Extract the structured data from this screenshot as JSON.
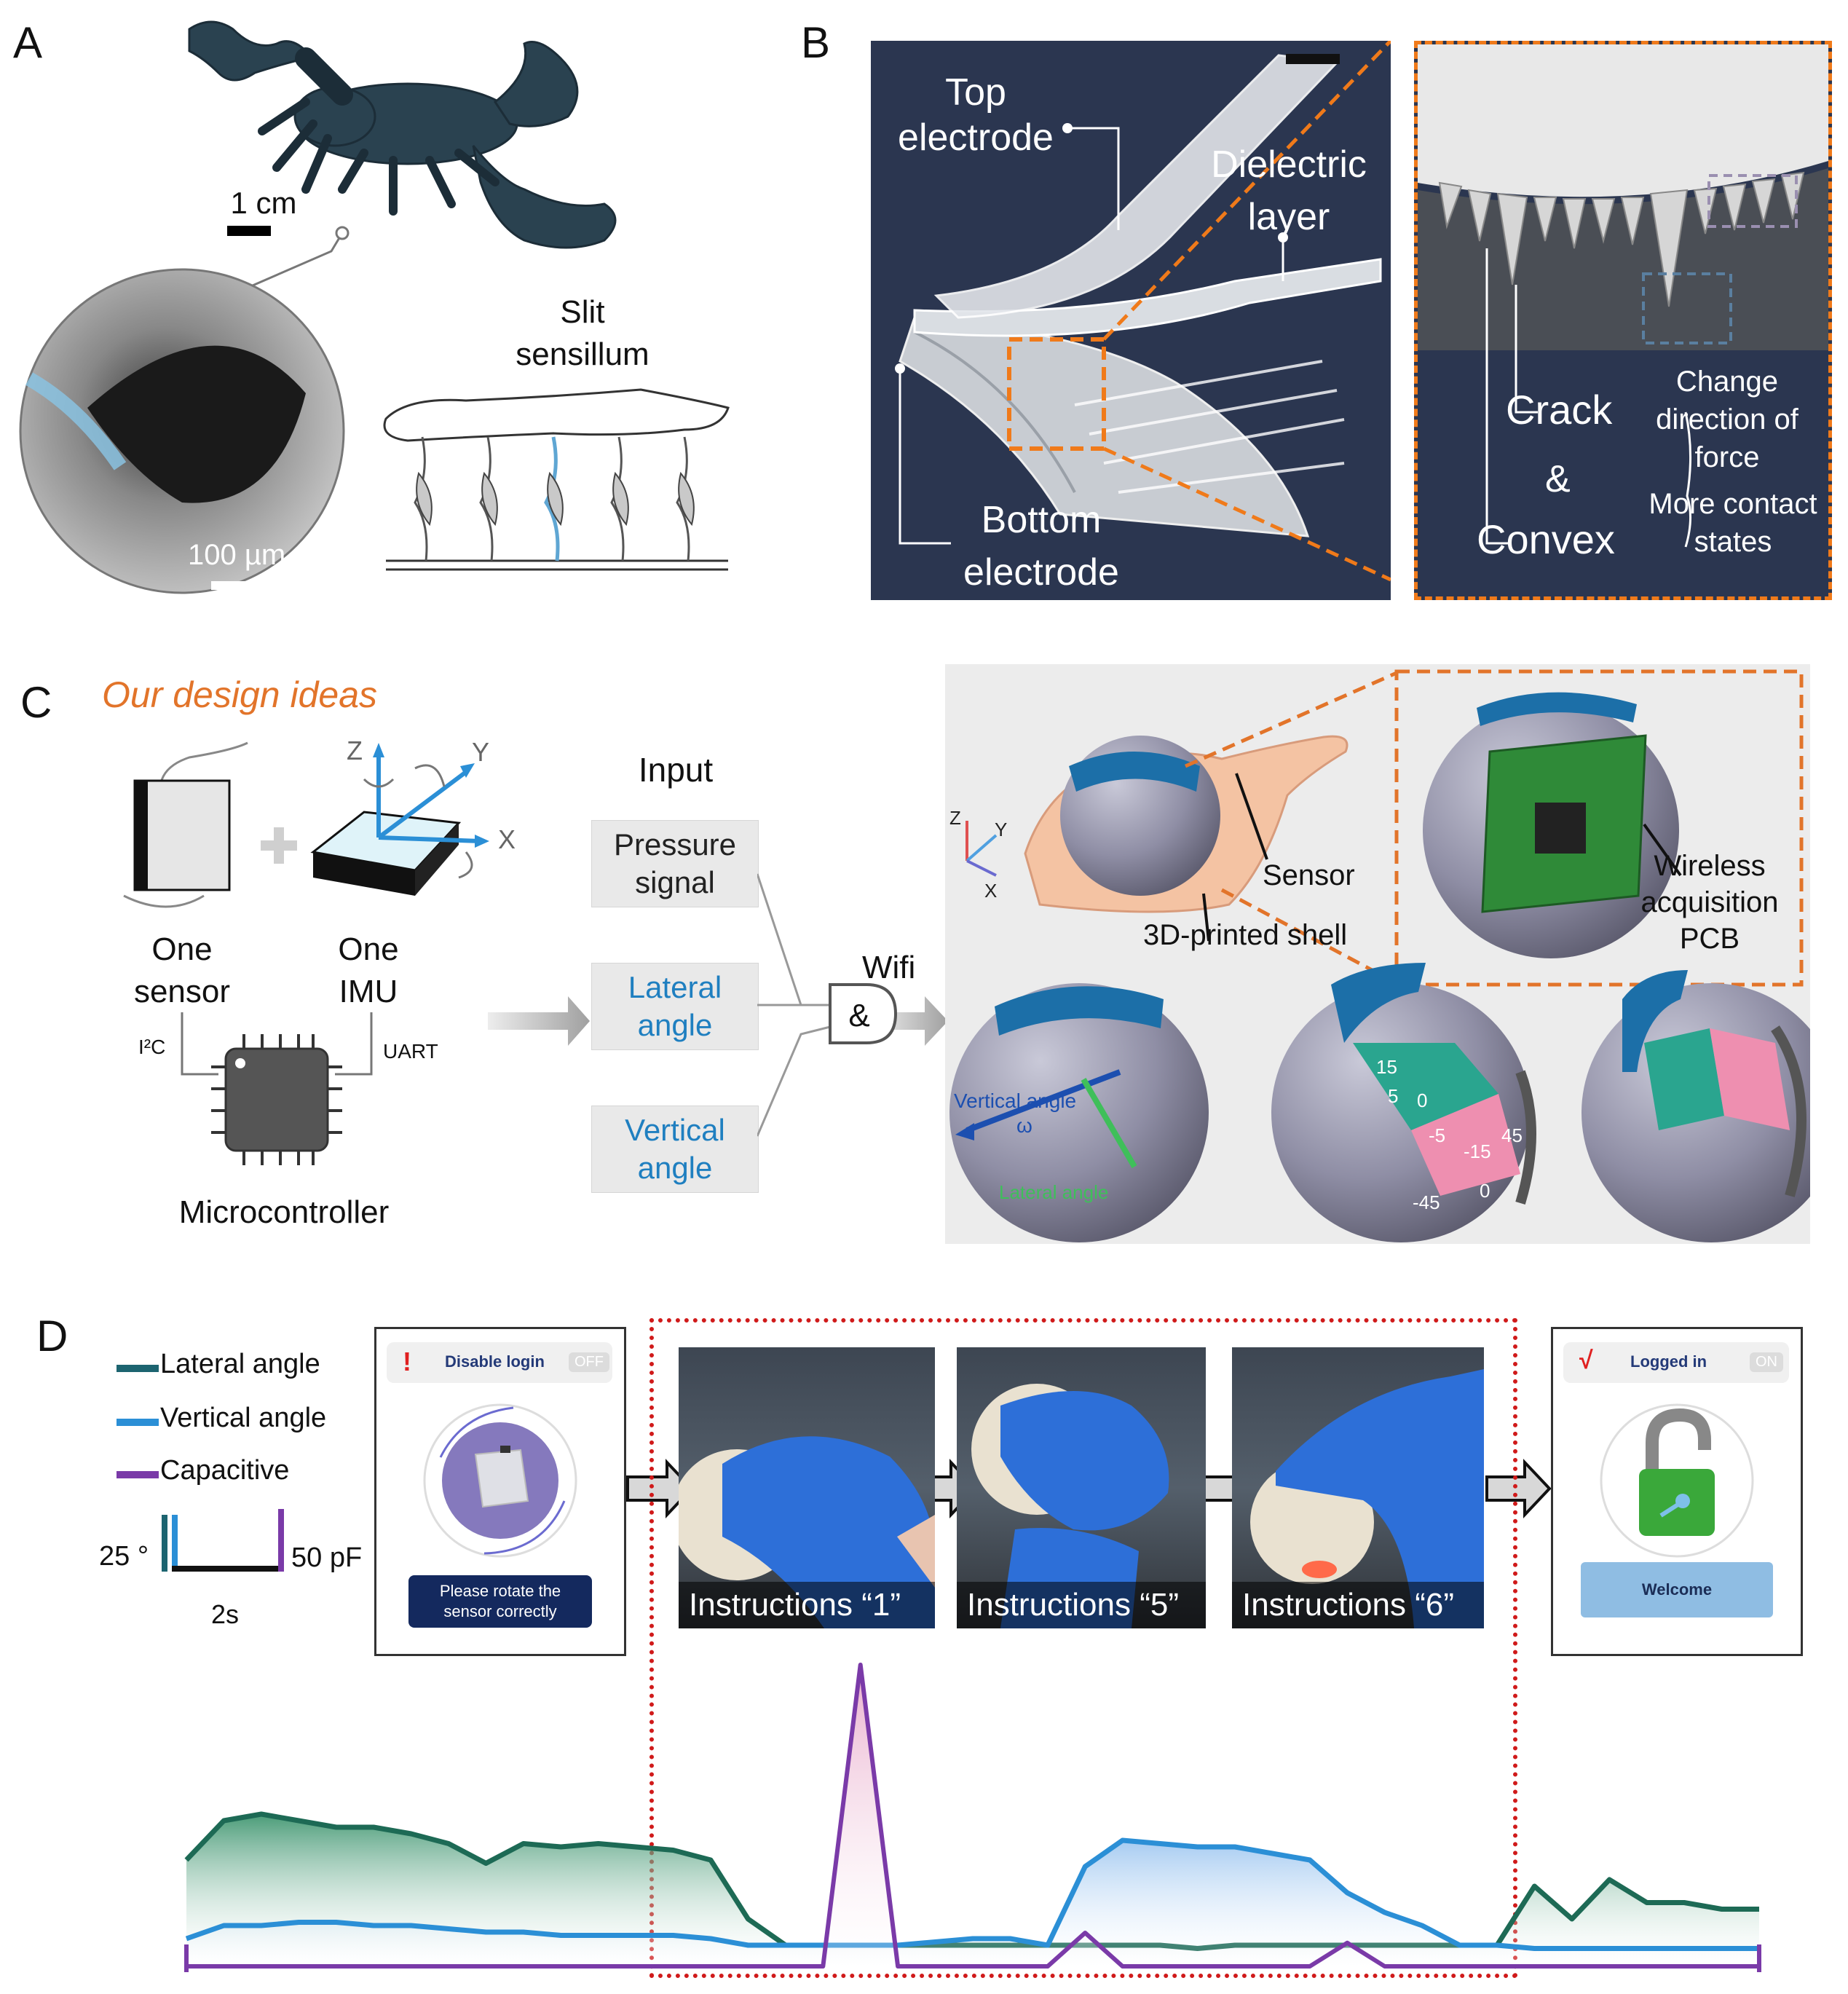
{
  "panels": {
    "A": {
      "label": "A",
      "scale_bar_top": "1 cm",
      "slit_title": [
        "Slit",
        "sensillum"
      ],
      "scale_bar_sem": "100 µm"
    },
    "B": {
      "label": "B",
      "top_electrode": [
        "Top",
        "electrode"
      ],
      "dielectric": [
        "Dielectric",
        "layer"
      ],
      "bottom_electrode": [
        "Bottom",
        "electrode"
      ],
      "crack": "Crack",
      "amp": "&",
      "convex": "Convex",
      "change_force": [
        "Change",
        "direction of",
        "force"
      ],
      "more_contact": [
        "More contact",
        "states"
      ]
    },
    "C": {
      "label": "C",
      "design_title": "Our design ideas",
      "axis_z": "Z",
      "axis_y": "Y",
      "axis_x": "X",
      "one_sensor": [
        "One",
        "sensor"
      ],
      "one_imu": [
        "One",
        "IMU"
      ],
      "i2c": "I²C",
      "uart": "UART",
      "microcontroller": "Microcontroller",
      "input_title": "Input",
      "inputs": [
        {
          "lines": [
            "Pressure",
            "signal"
          ],
          "color": "#222222"
        },
        {
          "lines": [
            "Lateral",
            "angle"
          ],
          "color": "#1f7fc0"
        },
        {
          "lines": [
            "Vertical",
            "angle"
          ],
          "color": "#1f7fc0"
        }
      ],
      "and_gate": "&",
      "wifi": "Wifi",
      "sensor_label": "Sensor",
      "shell_label": "3D-printed shell",
      "pcb_label": [
        "Wireless",
        "acquisition",
        "PCB"
      ],
      "mini_axes": {
        "z": "Z",
        "y": "Y",
        "x": "X"
      },
      "vertical_angle": "Vertical angle",
      "omega": "ω",
      "lateral_angle": "Lateral angle",
      "dial_top": [
        "15",
        "5",
        "0"
      ],
      "dial_bottom": [
        "-5",
        "-15",
        "-45",
        "0",
        "45"
      ]
    },
    "D": {
      "label": "D",
      "legend": [
        {
          "name": "Lateral angle",
          "color": "#1c6470"
        },
        {
          "name": "Vertical angle",
          "color": "#2b8fd6"
        },
        {
          "name": "Capacitive",
          "color": "#7a3aa8"
        }
      ],
      "scale_angle": "25 °",
      "scale_cap": "50 pF",
      "scale_time": "2s",
      "screen_left": {
        "mark": "!",
        "title": "Disable login",
        "toggle": "OFF",
        "button": [
          "Please rotate the",
          "sensor correctly"
        ]
      },
      "photos": [
        "Instructions “1”",
        "Instructions “5”",
        "Instructions “6”"
      ],
      "screen_right": {
        "mark": "√",
        "title": "Logged in",
        "toggle": "ON",
        "button": "Welcome"
      }
    }
  },
  "chart_data": {
    "type": "line",
    "x": [
      0,
      0.5,
      1,
      1.5,
      2,
      2.5,
      3,
      3.5,
      4,
      4.5,
      5,
      5.5,
      6,
      6.5,
      7,
      7.5,
      8,
      8.5,
      9,
      9.5,
      10,
      10.5,
      11,
      11.5,
      12,
      12.5,
      13,
      13.5,
      14,
      14.5,
      15,
      15.5,
      16,
      16.5,
      17,
      17.5,
      18,
      18.5,
      19,
      19.5,
      20,
      20.5,
      21
    ],
    "series": [
      {
        "name": "Lateral angle",
        "values": [
          28,
          40,
          42,
          40,
          38,
          38,
          36,
          33,
          27,
          33,
          32,
          33,
          32,
          31,
          28,
          10,
          2,
          2,
          2,
          2,
          2,
          2,
          2,
          2,
          2,
          2,
          2,
          1,
          2,
          2,
          2,
          2,
          2,
          2,
          2,
          2,
          20,
          10,
          22,
          15,
          15,
          13,
          13
        ]
      },
      {
        "name": "Vertical angle",
        "values": [
          4,
          8,
          8,
          9,
          9,
          8,
          8,
          7,
          6,
          6,
          5,
          5,
          5,
          5,
          4,
          2,
          2,
          2,
          2,
          2,
          3,
          4,
          4,
          2,
          26,
          34,
          33,
          32,
          32,
          30,
          28,
          18,
          12,
          8,
          2,
          2,
          1,
          1,
          1,
          1,
          1,
          1,
          1
        ]
      },
      {
        "name": "Capacitive",
        "values": [
          0,
          0,
          0,
          0,
          0,
          0,
          0,
          0,
          0,
          0,
          0,
          0,
          0,
          0,
          0,
          0,
          0,
          0,
          90,
          0,
          0,
          0,
          0,
          0,
          10,
          0,
          0,
          0,
          0,
          0,
          0,
          7,
          0,
          0,
          0,
          0,
          0,
          0,
          0,
          0,
          0,
          0,
          0
        ]
      }
    ]
  }
}
